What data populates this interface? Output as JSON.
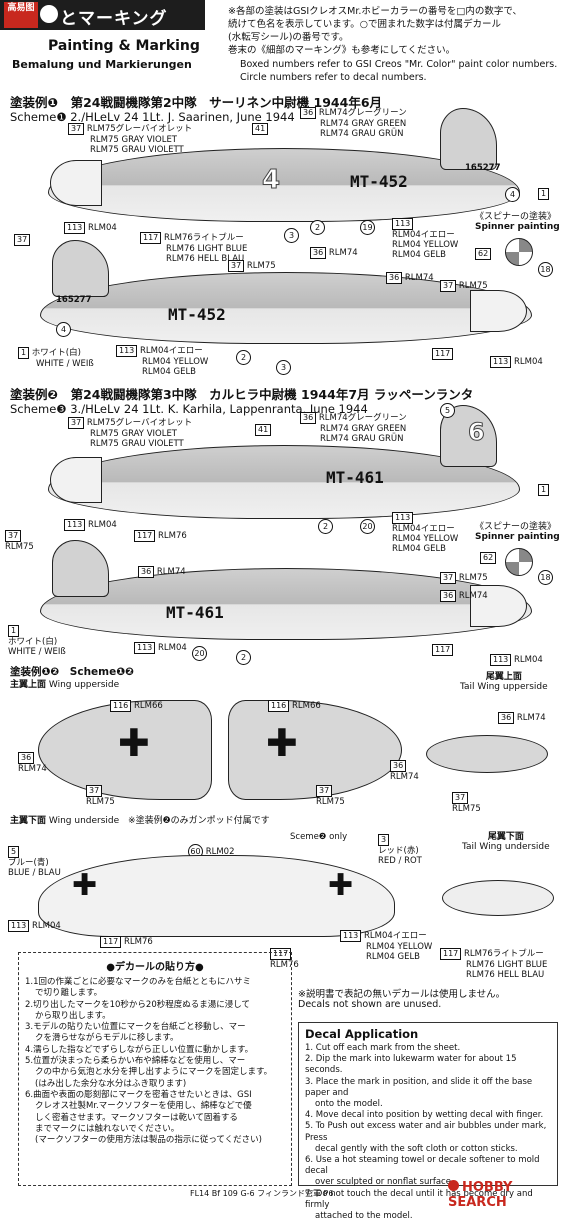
{
  "header": {
    "banner_logo": "高易图",
    "banner_title": "とマーキング",
    "title_en": "Painting & Marking",
    "title_de": "Bemalung und Markierungen",
    "note_jp_1": "※各部の塗装はGSIクレオスMr.ホビーカラーの番号を□内の数字で、",
    "note_jp_2": "続けて色名を表示しています。○で囲まれた数字は付属デカール",
    "note_jp_3": "(水転写シール)の番号です。",
    "note_jp_4": "巻末の《細部のマーキング》も参考にしてください。",
    "note_en_1": "Boxed numbers refer to GSI Creos \"Mr. Color\" paint color numbers.",
    "note_en_2": "Circle numbers refer to decal numbers."
  },
  "scheme1": {
    "title_jp": "塗装例❶　第24戦闘機隊第2中隊　サーリネン中尉機 1944年6月",
    "title_en": "Scheme❶ 2./HLeLv 24 1Lt. J. Saarinen, June 1944",
    "code": "MT-452",
    "serial": "165277",
    "digit": "4"
  },
  "scheme2": {
    "title_jp": "塗装例❷　第24戦闘機隊第3中隊　カルヒラ中尉機 1944年7月 ラッペーンランタ",
    "title_en": "Scheme❸ 3./HLeLv 24 1Lt. K. Karhila, Lappenranta, June 1944",
    "code": "MT-461",
    "digit": "6"
  },
  "colors": {
    "c37_jp": "RLM75グレーバイオレット",
    "c37_en": "RLM75 GRAY VIOLET",
    "c37_de": "RLM75 GRAU VIOLETT",
    "c36_jp": "RLM74グレーグリーン",
    "c36_en": "RLM74 GRAY GREEN",
    "c36_de": "RLM74 GRAU GRÜN",
    "c117_jp": "RLM76ライトブルー",
    "c117_en": "RLM76 LIGHT BLUE",
    "c117_de": "RLM76 HELL BLAU",
    "c113_jp": "RLM04イエロー",
    "c113_en": "RLM04 YELLOW",
    "c113_de": "RLM04 GELB",
    "white_jp": "ホワイト(白)",
    "white_en": "WHITE / WEIß",
    "spinner_jp": "《スピナーの塗装》",
    "spinner_en": "Spinner painting"
  },
  "labels": {
    "rlm04": "RLM04",
    "rlm74": "RLM74",
    "rlm75": "RLM75",
    "rlm76": "RLM76",
    "rlm66": "RLM66",
    "rlm02": "RLM02"
  },
  "wings": {
    "title_jp": "塗装例❶❷　Scheme❶❷",
    "upper_jp": "主翼上面",
    "upper_en": "Wing upperside",
    "tail_upper_jp": "尾翼上面",
    "tail_upper_en": "Tail Wing upperside",
    "lower_jp": "主翼下面",
    "lower_en": "Wing underside",
    "lower_note": "※塗装例❷のみガンポッド付属です",
    "sceme2_only": "Sceme❷ only",
    "tail_lower_jp": "尾翼下面",
    "tail_lower_en": "Tail Wing underside",
    "blue_jp": "ブルー(青)",
    "blue_en": "BLUE / BLAU",
    "red_jp": "レッド(赤)",
    "red_en": "RED / ROT"
  },
  "decal_jp": {
    "title": "●デカールの貼り方●",
    "l1": "1.1回の作業ごとに必要なマークのみを台紙とともにハサミ",
    "l1b": "で切り離します。",
    "l2": "2.切り出したマークを10秒から20秒程度ぬるま湯に浸して",
    "l2b": "から取り出します。",
    "l3": "3.モデルの貼りたい位置にマークを台紙ごと移動し、マー",
    "l3b": "クを滑らせながらモデルに移します。",
    "l4": "4.濡らした指などでずらしながら正しい位置に動かします。",
    "l5": "5.位置が決まったら柔らかい布や綿棒などを使用し、マー",
    "l5b": "クの中から気泡と水分を押し出すようにマークを固定します。",
    "l5c": "(はみ出した余分な水分はふき取ります)",
    "l6": "6.曲面や表面の彫刻部にマークを密着させたいときは、GSI",
    "l6b": "クレオス社製Mr.マークソフターを使用し、綿棒などで優",
    "l6c": "しく密着させます。マークソフターは乾いて固着する",
    "l6d": "までマークには触れないでください。",
    "l6e": "(マークソフターの使用方法は製品の指示に従ってください)"
  },
  "unused": {
    "jp": "※説明書で表記の無いデカールは使用しません。",
    "en": "Decals not shown are unused."
  },
  "decal_en": {
    "title": "Decal Application",
    "l1": "1. Cut off each mark from the sheet.",
    "l2": "2. Dip the mark into lukewarm water for about 15 seconds.",
    "l3": "3. Place the mark in position, and slide it off the base paper and",
    "l3b": "onto the model.",
    "l4": "4. Move decal into position by wetting decal with finger.",
    "l5": "5. To Push out excess water and air bubbles under mark, Press",
    "l5b": "decal gently with the soft cloth or cotton sticks.",
    "l6": "6. Use a hot steaming towel or decale softener to mold decal",
    "l6b": "over sculpted or nonflat surface.",
    "l7": "7. Do not touch the decal  until it has become dry and firmly",
    "l7b": "attached to the model."
  },
  "footer": {
    "text": "FL14 Bf 109 G-6 フィンランド空軍 P6",
    "watermark": "HOBBY SEARCH"
  }
}
